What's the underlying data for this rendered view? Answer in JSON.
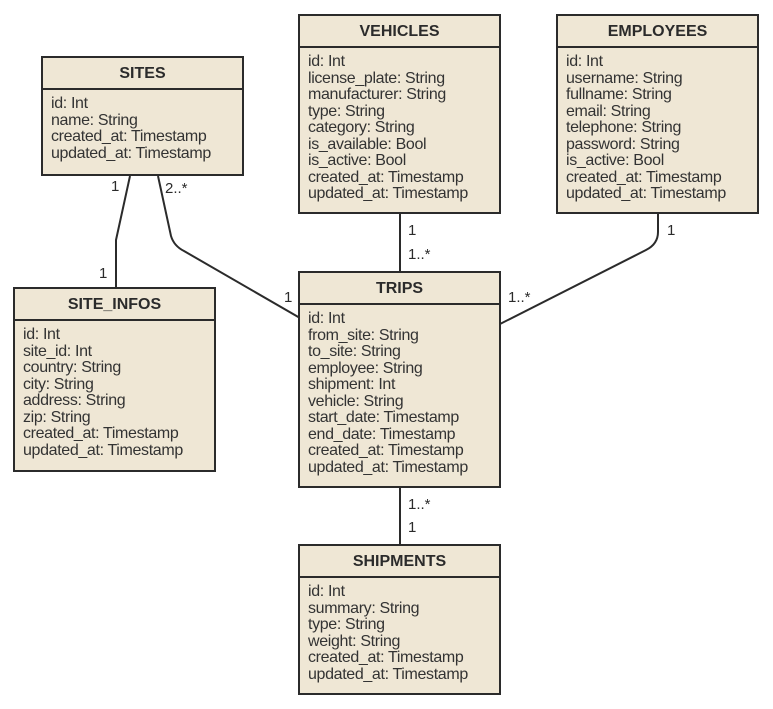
{
  "entities": {
    "sites": {
      "title": "SITES",
      "fields": [
        "id: Int",
        "name: String",
        "created_at: Timestamp",
        "updated_at: Timestamp"
      ]
    },
    "vehicles": {
      "title": "VEHICLES",
      "fields": [
        "id: Int",
        "license_plate: String",
        "manufacturer: String",
        "type: String",
        "category: String",
        "is_available: Bool",
        "is_active: Bool",
        "created_at: Timestamp",
        "updated_at: Timestamp"
      ]
    },
    "employees": {
      "title": "EMPLOYEES",
      "fields": [
        "id: Int",
        "username: String",
        "fullname: String",
        "email: String",
        "telephone: String",
        "password: String",
        "is_active: Bool",
        "created_at: Timestamp",
        "updated_at: Timestamp"
      ]
    },
    "site_infos": {
      "title": "SITE_INFOS",
      "fields": [
        "id: Int",
        "site_id: Int",
        "country: String",
        "city: String",
        "address: String",
        "zip: String",
        "created_at: Timestamp",
        "updated_at: Timestamp"
      ]
    },
    "trips": {
      "title": "TRIPS",
      "fields": [
        "id: Int",
        "from_site: String",
        "to_site: String",
        "employee: String",
        "shipment: Int",
        "vehicle: String",
        "start_date: Timestamp",
        "end_date: Timestamp",
        "created_at: Timestamp",
        "updated_at: Timestamp"
      ]
    },
    "shipments": {
      "title": "SHIPMENTS",
      "fields": [
        "id: Int",
        "summary: String",
        "type: String",
        "weight: String",
        "created_at: Timestamp",
        "updated_at: Timestamp"
      ]
    }
  },
  "multiplicities": {
    "sites_siteinfos_top": "1",
    "sites_siteinfos_bottom": "1",
    "sites_trips_top": "2..*",
    "sites_trips_bottom": "1",
    "vehicles_trips_top": "1",
    "vehicles_trips_bottom": "1..*",
    "employees_trips_top": "1",
    "employees_trips_bottom": "1..*",
    "trips_shipments_top": "1..*",
    "trips_shipments_bottom": "1"
  },
  "colors": {
    "entity_fill": "#efe7d5",
    "border": "#2b2b2b"
  }
}
